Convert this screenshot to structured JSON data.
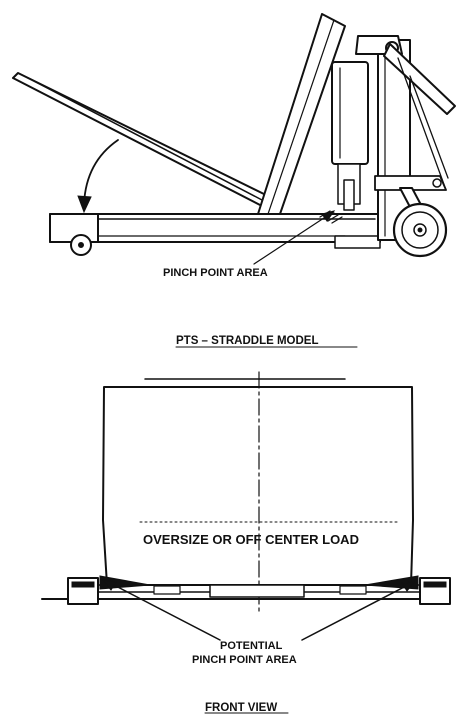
{
  "labels": {
    "pinch_point_area": "PINCH POINT AREA",
    "side_caption": "PTS – STRADDLE MODEL",
    "load_text": "OVERSIZE OR OFF CENTER LOAD",
    "potential_line1": "POTENTIAL",
    "potential_line2": "PINCH POINT AREA",
    "front_caption": "FRONT VIEW"
  },
  "colors": {
    "ink": "#111111",
    "paper": "#ffffff"
  }
}
